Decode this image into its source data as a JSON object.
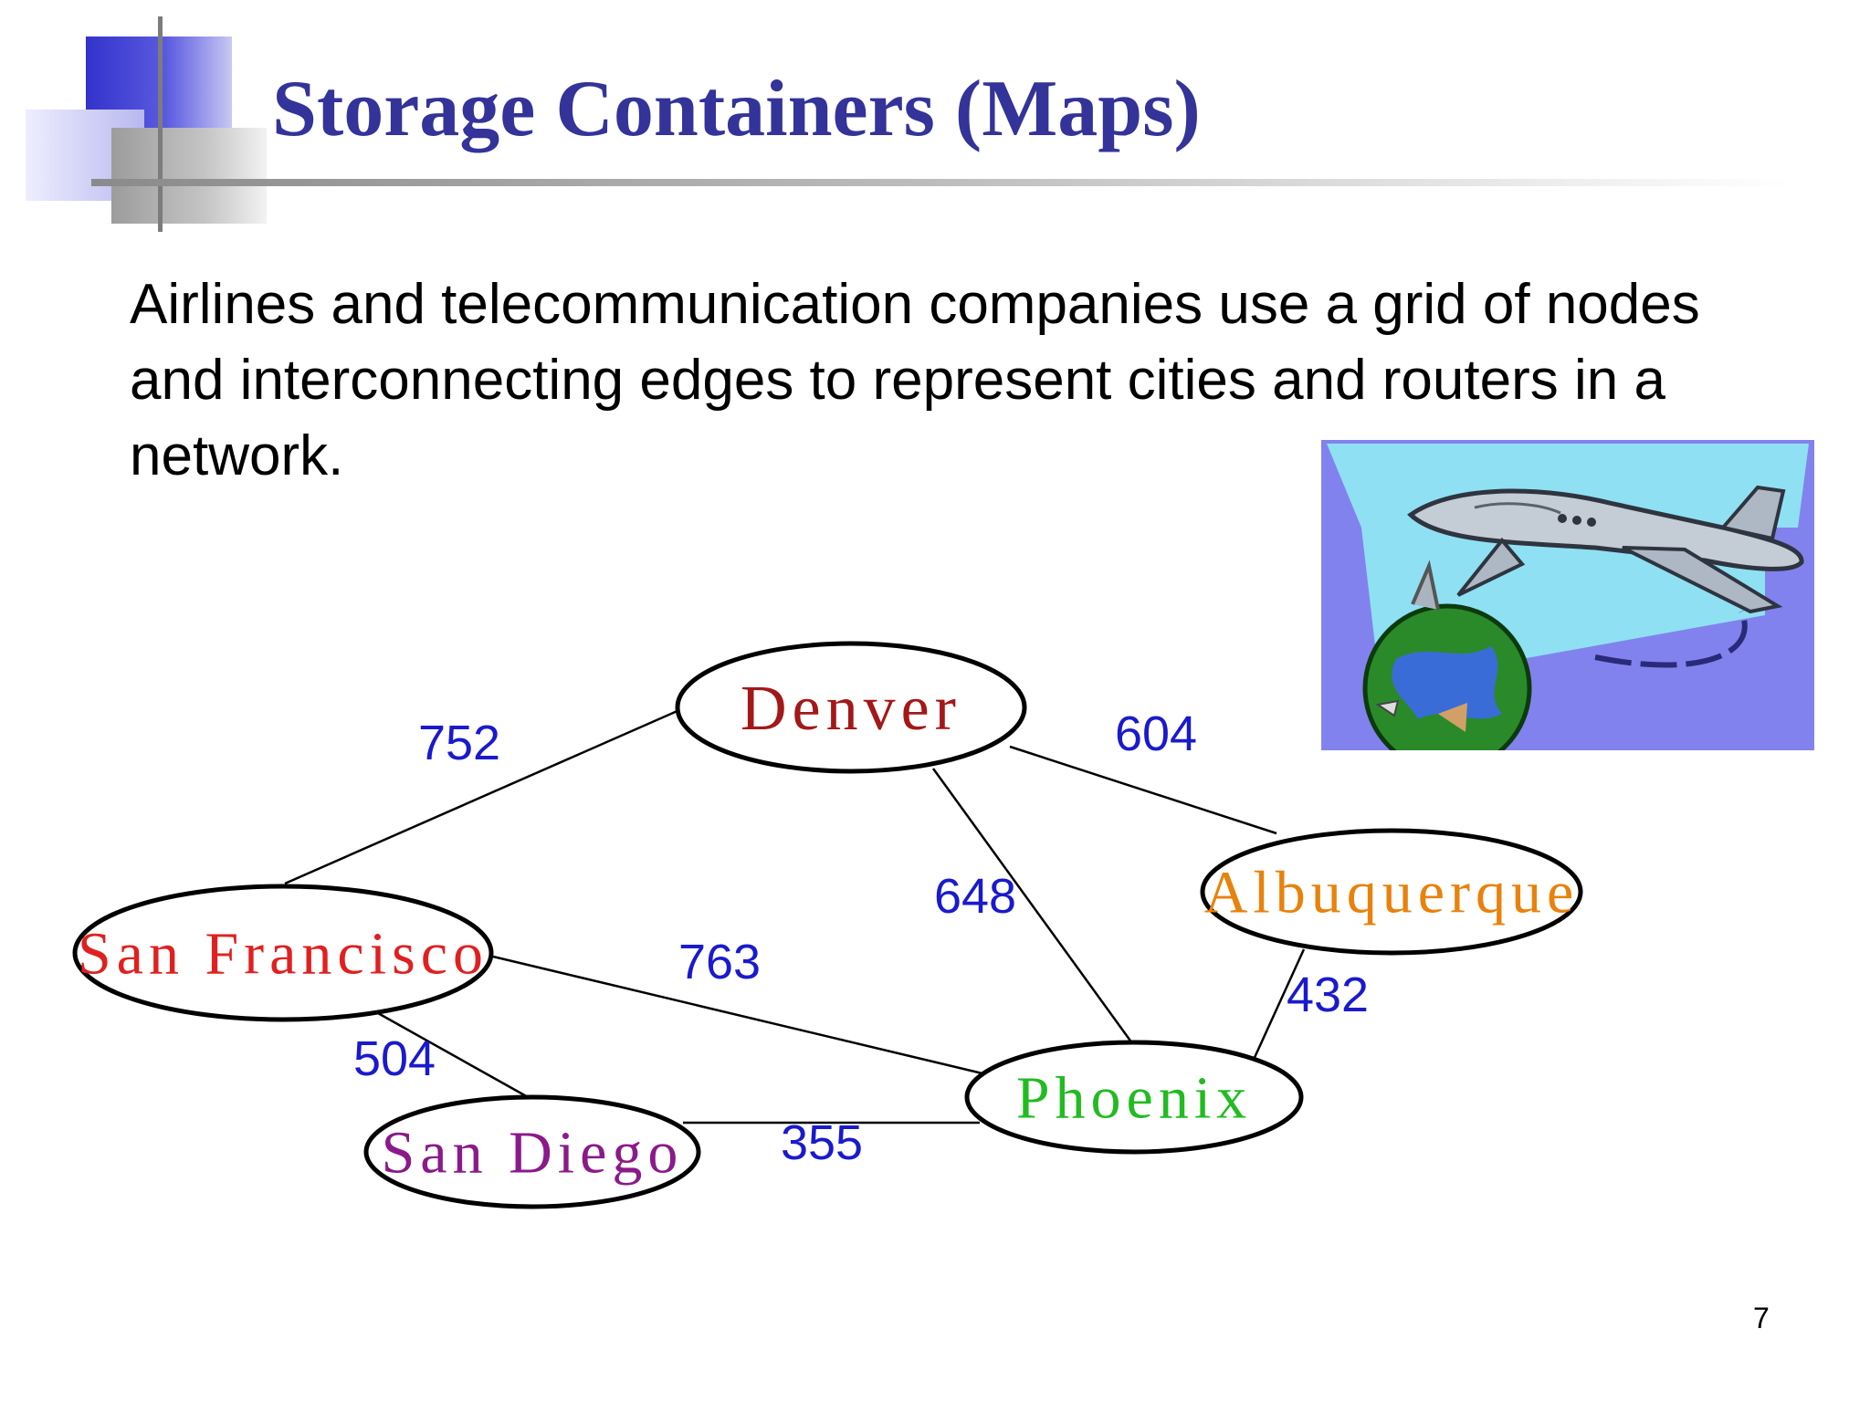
{
  "slide": {
    "title": "Storage Containers (Maps)",
    "body": "Airlines and telecommunication companies use a grid of nodes and interconnecting edges to represent cities and routers in a network.",
    "page_number": "7"
  },
  "colors": {
    "title": "#333399",
    "edge_label": "#1a1acc",
    "clipart_sky": "#8fe0f2",
    "clipart_frame": "#8282ee"
  },
  "illustration": {
    "icon": "airplane-globe-icon"
  },
  "graph": {
    "nodes": [
      {
        "id": "denver",
        "label": "Denver",
        "color": "#a31818"
      },
      {
        "id": "albuquerque",
        "label": "Albuquerque",
        "color": "#e8820c"
      },
      {
        "id": "san-francisco",
        "label": "San Francisco",
        "color": "#e02020"
      },
      {
        "id": "phoenix",
        "label": "Phoenix",
        "color": "#22bb22"
      },
      {
        "id": "san-diego",
        "label": "San Diego",
        "color": "#8a1a8a"
      }
    ],
    "edges": [
      {
        "from": "san-francisco",
        "to": "denver",
        "label": "752"
      },
      {
        "from": "denver",
        "to": "albuquerque",
        "label": "604"
      },
      {
        "from": "denver",
        "to": "phoenix",
        "label": "648"
      },
      {
        "from": "san-francisco",
        "to": "phoenix",
        "label": "763"
      },
      {
        "from": "albuquerque",
        "to": "phoenix",
        "label": "432"
      },
      {
        "from": "san-francisco",
        "to": "san-diego",
        "label": "504"
      },
      {
        "from": "san-diego",
        "to": "phoenix",
        "label": "355"
      }
    ]
  }
}
